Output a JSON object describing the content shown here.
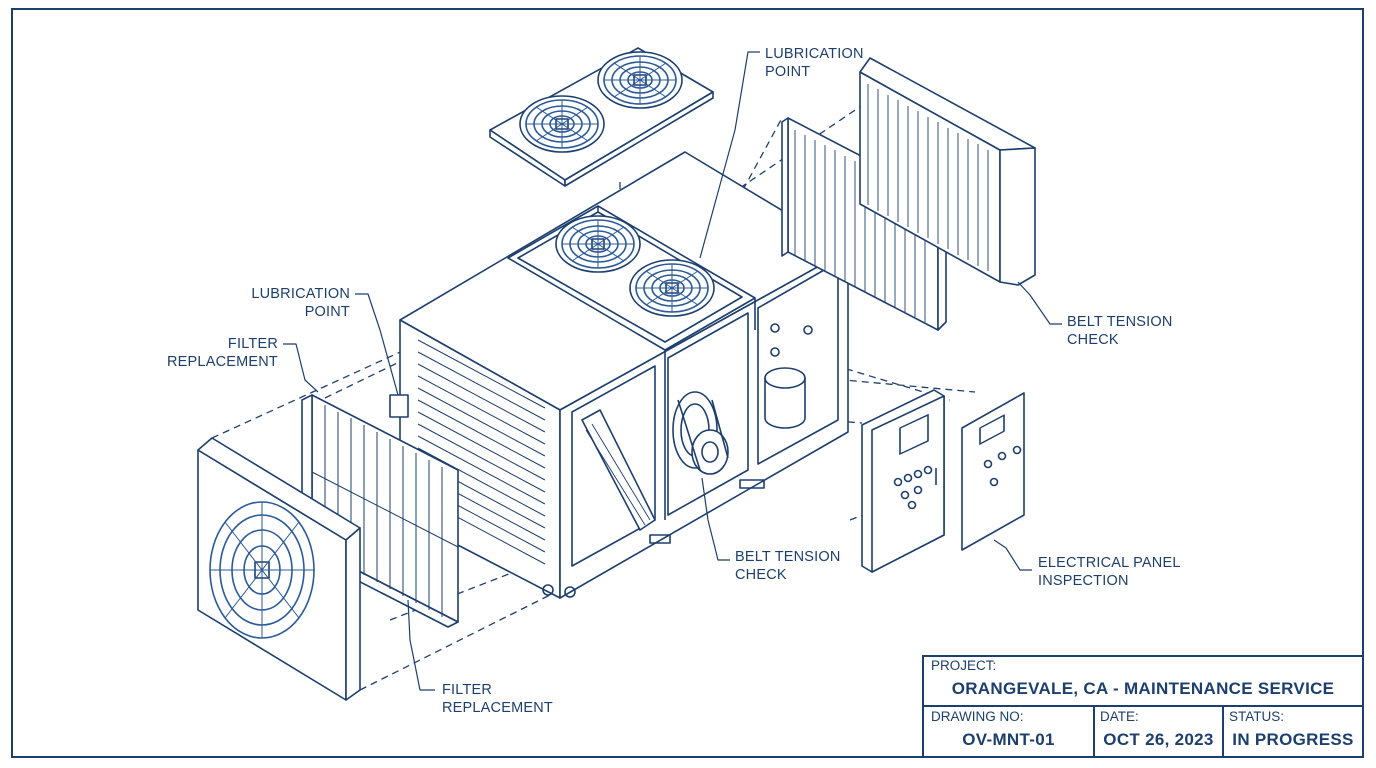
{
  "callouts": {
    "lubrication_top": [
      "LUBRICATION",
      "POINT"
    ],
    "lubrication_left": [
      "LUBRICATION",
      "POINT"
    ],
    "filter_left": [
      "FILTER",
      "REPLACEMENT"
    ],
    "filter_bottom": [
      "FILTER",
      "REPLACEMENT"
    ],
    "belt_right": [
      "BELT TENSION",
      "CHECK"
    ],
    "belt_center": [
      "BELT TENSION",
      "CHECK"
    ],
    "electrical": [
      "ELECTRICAL PANEL",
      "INSPECTION"
    ]
  },
  "title_block": {
    "project_label": "PROJECT:",
    "project_value": "ORANGEVALE, CA - MAINTENANCE SERVICE",
    "drawing_label": "DRAWING NO:",
    "drawing_value": "OV-MNT-01",
    "date_label": "DATE:",
    "date_value": "OCT 26, 2023",
    "status_label": "STATUS:",
    "status_value": "IN PROGRESS"
  },
  "colors": {
    "line": "#1d3f6e",
    "fan": "#2b5a9a",
    "paper": "#ffffff"
  }
}
